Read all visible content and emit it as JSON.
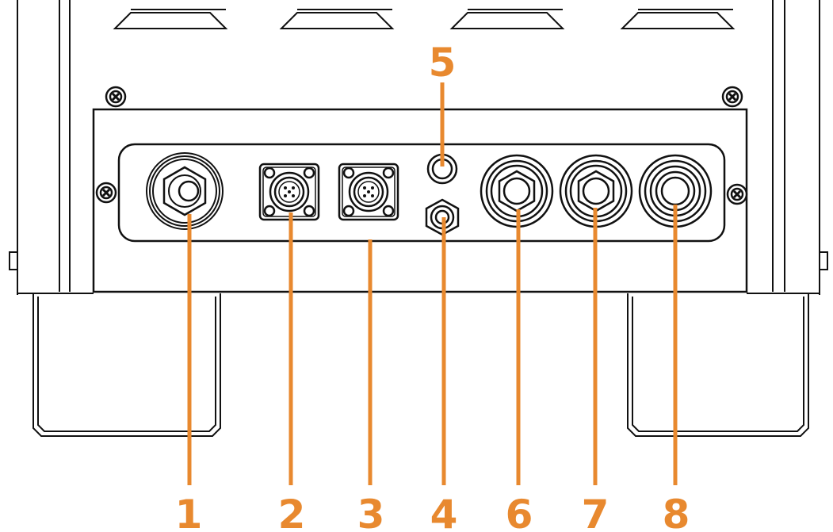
{
  "diagram": {
    "accent_color": "#E8892F",
    "line_color": "#111111",
    "callouts": [
      {
        "label": "1",
        "part": "large-panel-connector"
      },
      {
        "label": "2",
        "part": "square-flange-connector"
      },
      {
        "label": "3",
        "part": "square-flange-connector"
      },
      {
        "label": "4",
        "part": "hex-fitting"
      },
      {
        "label": "5",
        "part": "round-jack"
      },
      {
        "label": "6",
        "part": "hex-gland-fitting"
      },
      {
        "label": "7",
        "part": "hex-gland-fitting"
      },
      {
        "label": "8",
        "part": "round-gland-fitting"
      }
    ]
  }
}
